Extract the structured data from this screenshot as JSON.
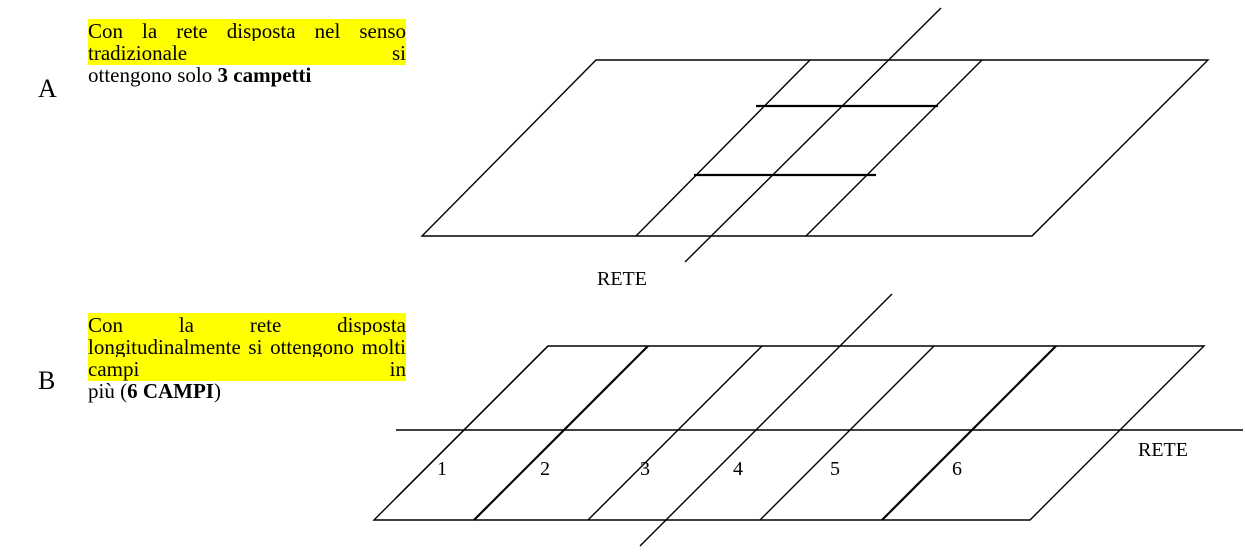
{
  "section_a": {
    "letter": "A",
    "line1": "Con la rete disposta nel",
    "line2": "senso tradizionale si",
    "line3_plain": "ottengono solo ",
    "line3_bold": "3 campetti"
  },
  "section_b": {
    "letter": "B",
    "line1": "Con la rete disposta",
    "line2": "longitudinalmente si",
    "line3": "ottengono molti campi in",
    "line4_plain": "più (",
    "line4_bold": "6 CAMPI",
    "line4_end": ")"
  },
  "diagram_a": {
    "net_label": "RETE"
  },
  "diagram_b": {
    "net_label": "RETE",
    "field_numbers": [
      "1",
      "2",
      "3",
      "4",
      "5",
      "6"
    ]
  },
  "colors": {
    "highlight": "#ffff00",
    "ink": "#000000"
  }
}
